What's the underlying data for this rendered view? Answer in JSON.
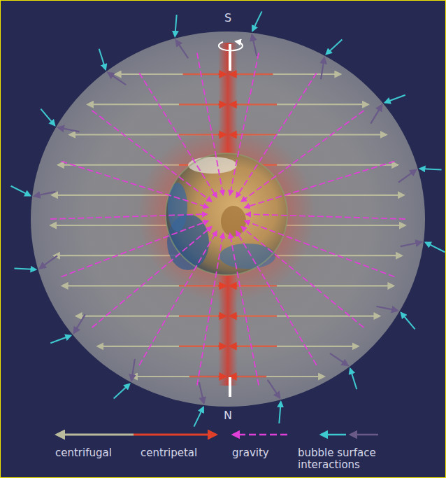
{
  "diagram": {
    "labels": [
      "S",
      "N"
    ],
    "legend": [
      {
        "text": "centrifugal"
      },
      {
        "text": "centripetal"
      },
      {
        "text": "gravity"
      },
      {
        "text": "bubble surface interactions"
      }
    ]
  }
}
